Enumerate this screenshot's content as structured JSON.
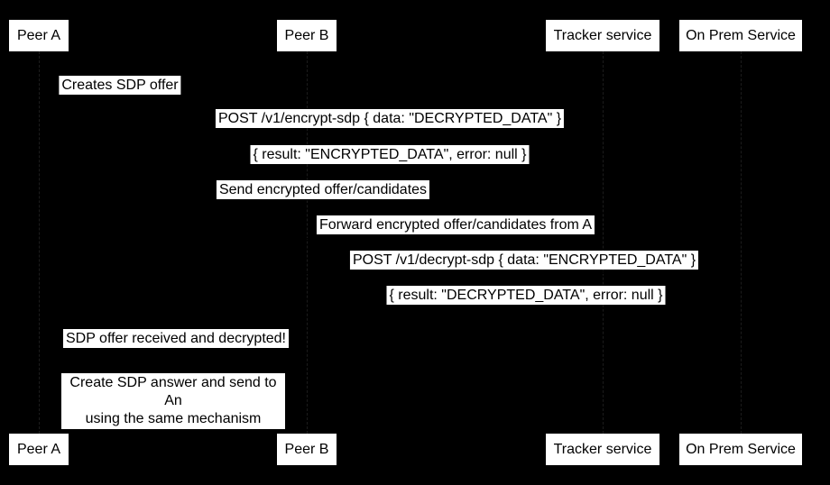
{
  "diagram": {
    "type": "sequence-diagram",
    "background_color": "#000000",
    "box_fill_color": "#ffffff",
    "text_color": "#000000"
  },
  "participants": [
    {
      "label": "Peer A"
    },
    {
      "label": "Peer B"
    },
    {
      "label": "Tracker service"
    },
    {
      "label": "On Prem Service"
    }
  ],
  "messages": [
    {
      "from": "Peer A",
      "to": "Peer A",
      "kind": "self",
      "text": "Creates SDP offer"
    },
    {
      "from": "Peer A",
      "to": "On Prem Service",
      "kind": "request",
      "text": "POST /v1/encrypt-sdp { data: \"DECRYPTED_DATA\" }"
    },
    {
      "from": "On Prem Service",
      "to": "Peer A",
      "kind": "reply",
      "text": "{ result: \"ENCRYPTED_DATA\", error: null }"
    },
    {
      "from": "Peer A",
      "to": "Tracker service",
      "kind": "request",
      "text": "Send encrypted offer/candidates"
    },
    {
      "from": "Tracker service",
      "to": "Peer B",
      "kind": "request",
      "text": "Forward encrypted offer/candidates from A"
    },
    {
      "from": "Peer B",
      "to": "On Prem Service",
      "kind": "request",
      "text": "POST /v1/decrypt-sdp { data: \"ENCRYPTED_DATA\" }"
    },
    {
      "from": "On Prem Service",
      "to": "Peer B",
      "kind": "reply",
      "text": "{ result: \"DECRYPTED_DATA\", error: null }"
    },
    {
      "from": "Peer B",
      "to": "Peer A",
      "kind": "request",
      "text": "SDP offer received and decrypted!"
    },
    {
      "from": "Peer B",
      "to": "Peer A",
      "kind": "request-wrapped",
      "text_line1": "Create SDP answer and send to An",
      "text_line2": "using the same mechanism"
    }
  ]
}
